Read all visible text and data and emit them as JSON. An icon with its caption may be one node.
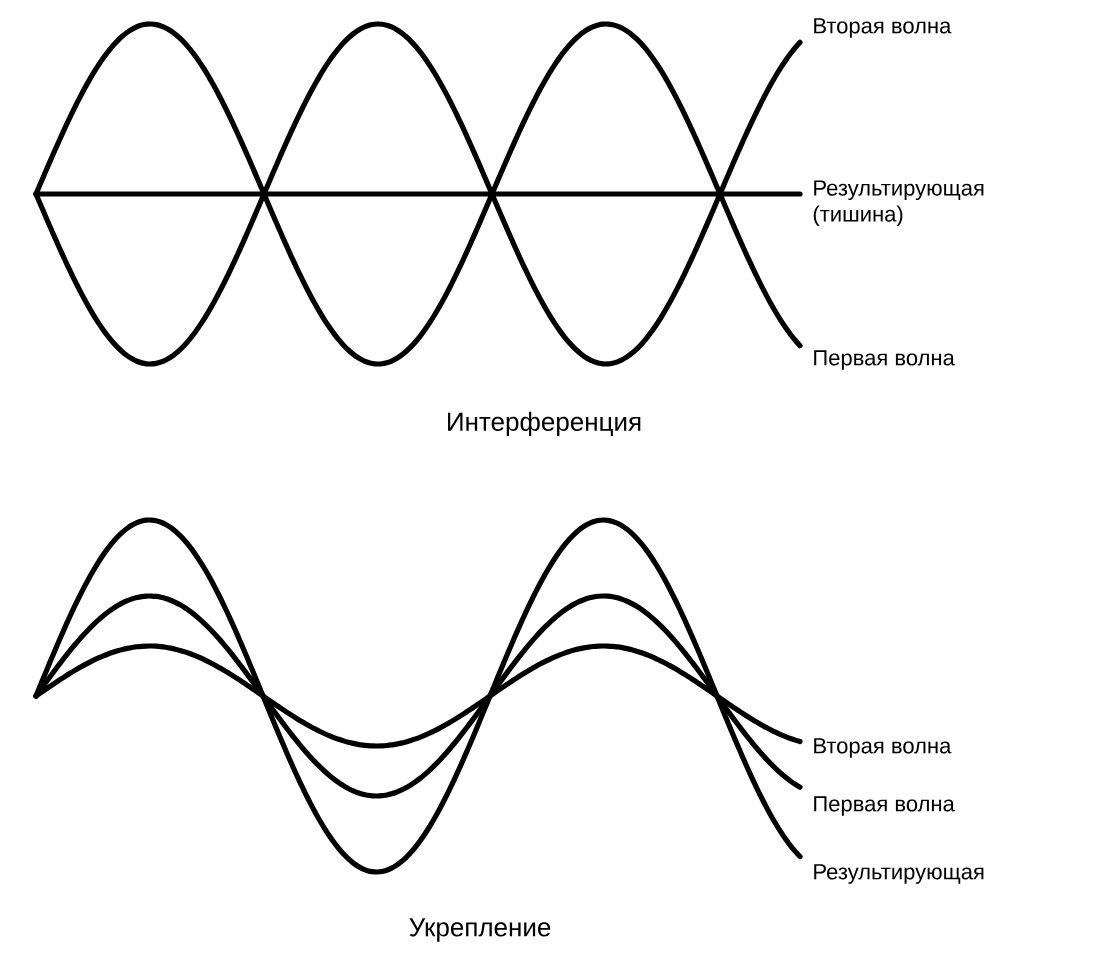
{
  "diagram": {
    "labels": [
      "Вторая волна",
      "Результирующая (тишина)",
      "Первая волна",
      "Интерференция",
      "Вторая волна",
      "Первая волна",
      "Результирующая",
      "Укрепление"
    ]
  }
}
